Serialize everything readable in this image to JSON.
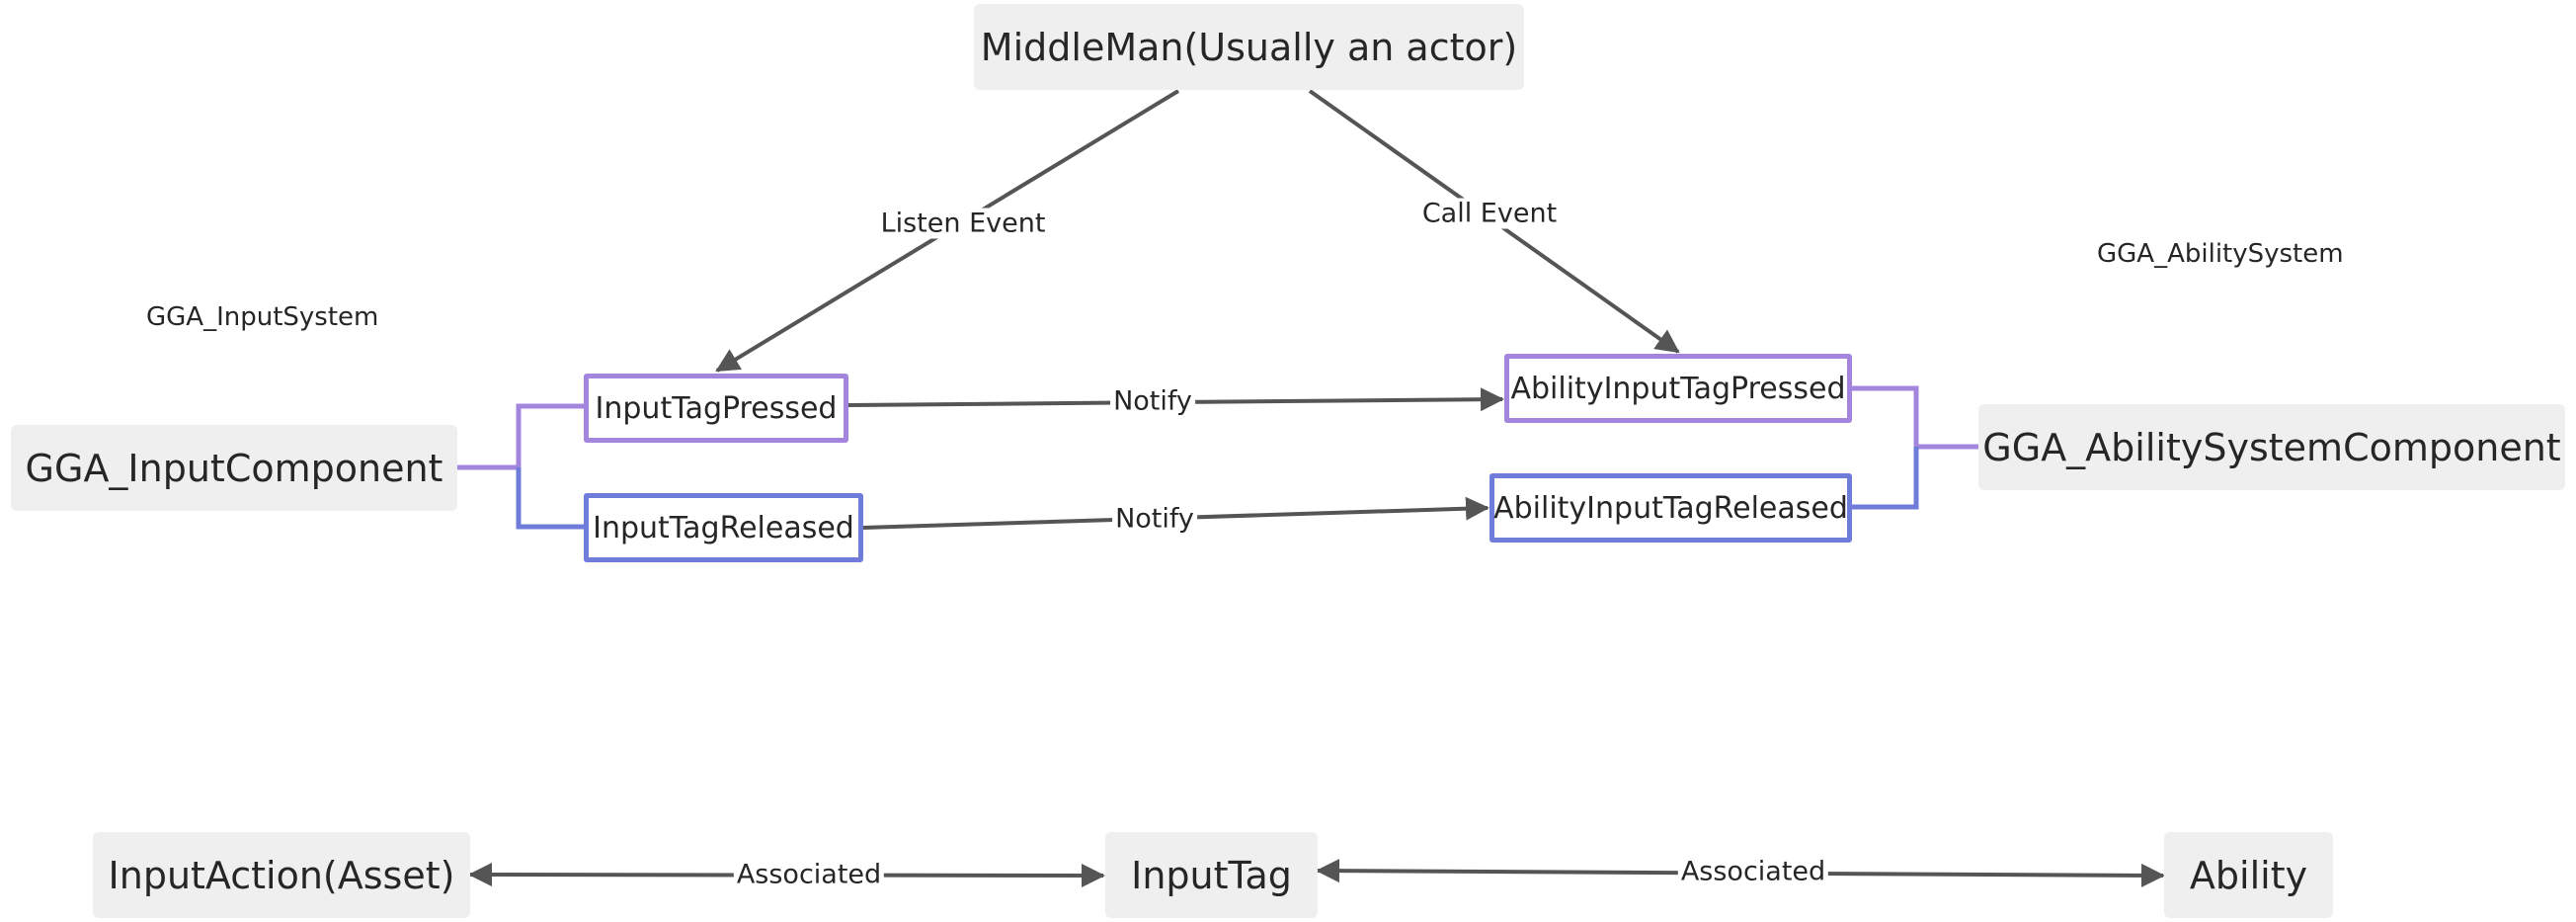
{
  "nodes": {
    "middleman": "MiddleMan(Usually an actor)",
    "input_component": "GGA_InputComponent",
    "ability_system_component": "GGA_AbilitySystemComponent",
    "input_tag_pressed": "InputTagPressed",
    "input_tag_released": "InputTagReleased",
    "ability_input_tag_pressed": "AbilityInputTagPressed",
    "ability_input_tag_released": "AbilityInputTagReleased",
    "input_action": "InputAction(Asset)",
    "input_tag": "InputTag",
    "ability": "Ability"
  },
  "groups": {
    "input_system": "GGA_InputSystem",
    "ability_system": "GGA_AbilitySystem"
  },
  "edges": {
    "listen_event": "Listen Event",
    "call_event": "Call Event",
    "notify_pressed": "Notify",
    "notify_released": "Notify",
    "associated_left": "Associated",
    "associated_right": "Associated"
  },
  "colors": {
    "pressed_border": "#a385dd",
    "released_border": "#6f7cd9",
    "arrow": "#555555",
    "node_fill": "#efefef"
  }
}
